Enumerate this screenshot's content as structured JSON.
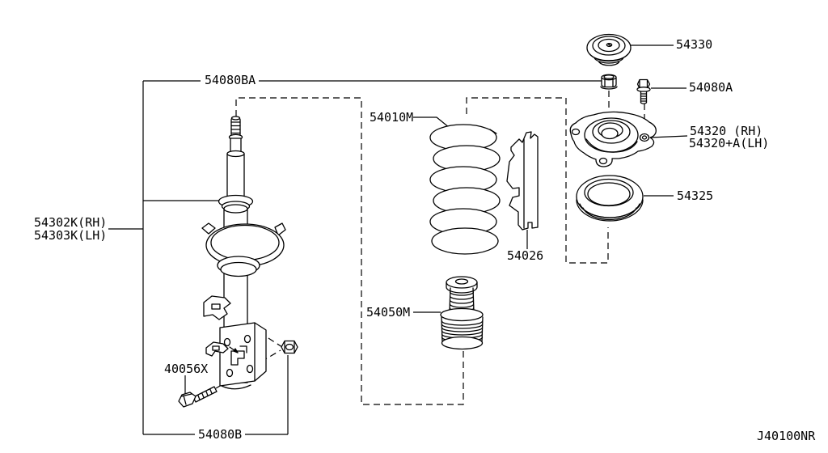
{
  "page": {
    "background_color": "#ffffff",
    "line_color": "#000000"
  },
  "diagram": {
    "type": "exploded-parts-diagram",
    "subject": "front suspension strut and spring",
    "figure_code": "J40100NR",
    "labels": {
      "rod_nut": "54080BA",
      "strut_rh": "54302K(RH)",
      "strut_lh": "54303K(LH)",
      "coil_spring": "54010M",
      "spring_rubber_sheet": "54026",
      "bound_bumper": "54050M",
      "cap": "54330",
      "mount_bolt": "54080A",
      "mount_rh": "54320 (RH)",
      "mount_lh": "54320+A(LH)",
      "strut_bearing": "54325",
      "bracket_bolt": "40056X",
      "bracket_nut_bolt": "54080B"
    }
  }
}
